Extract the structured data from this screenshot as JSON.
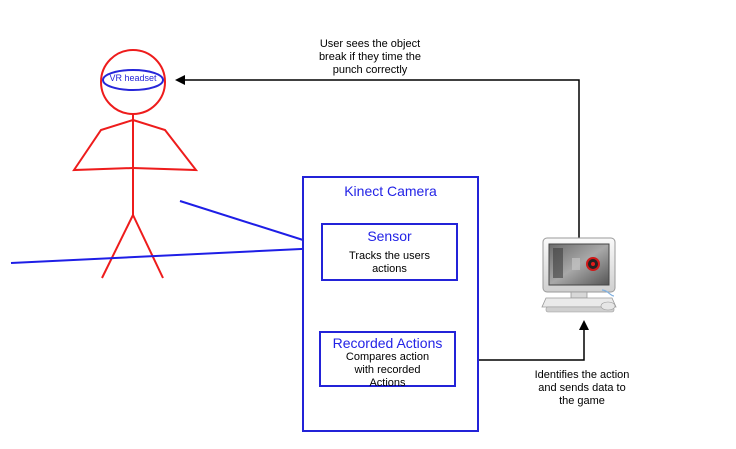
{
  "person": {
    "headset_label": "VR headset",
    "stroke_color": "#ee1c1c",
    "headset_color": "#2626d9"
  },
  "camera": {
    "title": "Kinect Camera",
    "sensor": {
      "title": "Sensor",
      "description": "Tracks the users actions"
    },
    "recorded": {
      "title": "Recorded Actions",
      "description": "Compares action with recorded Actions"
    }
  },
  "annotations": {
    "top_feedback": "User sees the object break if they time the punch correctly",
    "bottom_identify": "Identifies the action and sends data to the game"
  },
  "computer": {
    "icon": "desktop-computer-icon",
    "screen_target": "red-target"
  },
  "colors": {
    "accent_blue": "#2323e6",
    "line_blue": "#1e1ee6",
    "red": "#ee1c1c",
    "arrow": "#000000"
  }
}
